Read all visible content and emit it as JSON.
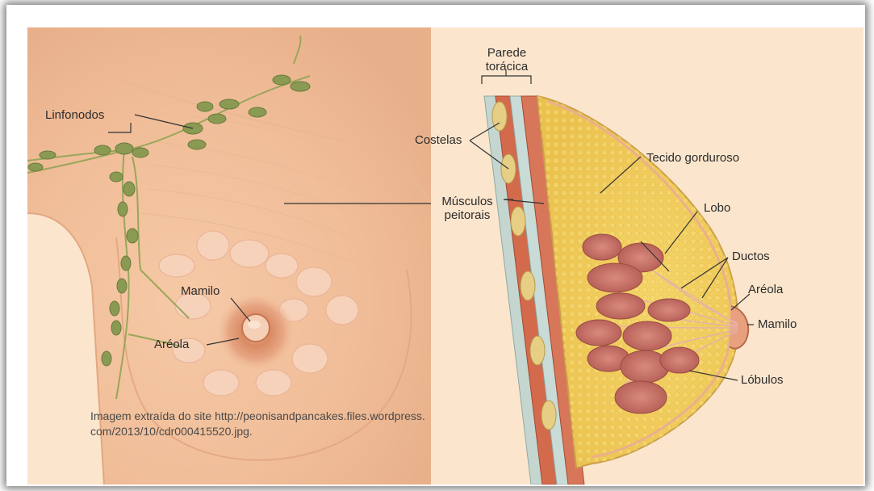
{
  "labels": {
    "parede_toracica": "Parede torácica",
    "parede": "Parede",
    "toracica": "torácica",
    "linfonodos": "Linfonodos",
    "costelas": "Costelas",
    "tecido_gorduroso": "Tecido gorduroso",
    "musculos_peitorais": "Músculos peitorais",
    "musculos": "Músculos",
    "peitorais": "peitorais",
    "lobo": "Lobo",
    "ductos": "Ductos",
    "mamilo_left": "Mamilo",
    "areola_left": "Aréola",
    "areola_right": "Aréola",
    "mamilo_right": "Mamilo",
    "lobulos": "Lóbulos"
  },
  "credit": {
    "line1": "Imagem extraída do site http://peonisandpancakes.files.wordpress.",
    "line2": "com/2013/10/cdr000415520.jpg."
  }
}
